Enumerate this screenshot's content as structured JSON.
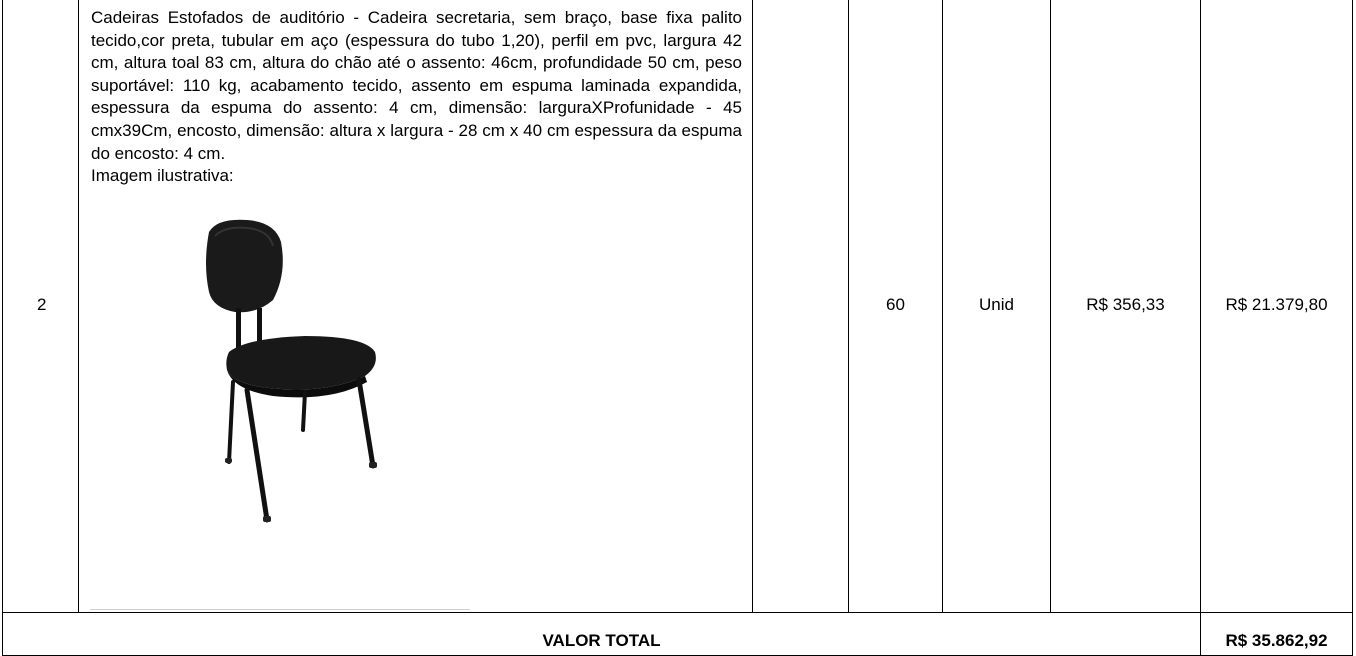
{
  "item": {
    "number": "2",
    "description": "Cadeiras Estofados de auditório - Cadeira secretaria, sem braço, base fixa palito tecido,cor preta, tubular em aço (espessura do tubo 1,20), perfil em pvc, largura 42 cm, altura toal 83 cm, altura do chão até o assento: 46cm, profundidade 50 cm, peso suportável: 110 kg, acabamento tecido, assento em espuma laminada expandida, espessura da espuma do assento: 4 cm, dimensão: larguraXProfunidade - 45 cmx39Cm, encosto, dimensão: altura x largura - 28 cm x 40 cm espessura da espuma do encosto: 4 cm.",
    "image_caption": "Imagem ilustrativa:",
    "image_icon": "office-chair-photo",
    "quantity": "60",
    "unit": "Unid",
    "unit_price": "R$ 356,33",
    "total_price": "R$ 21.379,80"
  },
  "totals": {
    "label": "VALOR TOTAL",
    "value": "R$ 35.862,92"
  },
  "colors": {
    "border": "#000000",
    "chair": "#141414"
  }
}
